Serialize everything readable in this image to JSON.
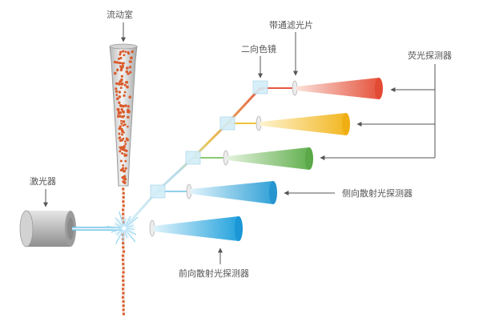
{
  "labels": {
    "flow_cell": "流动室",
    "bandpass_filter": "带通滤光片",
    "dichroic_mirror": "二向色镜",
    "fluorescence_detector": "荧光探测器",
    "laser": "激光器",
    "side_scatter_detector": "侧向散射光探测器",
    "forward_scatter_detector": "前向散射光探测器"
  },
  "colors": {
    "red": "#e85a44",
    "yellow": "#f6c233",
    "green": "#6fbf59",
    "blue": "#39a9dc",
    "cyan": "#41b8e4",
    "cell_dot": "#d95c2c",
    "label_text": "#555555",
    "arrow": "#555555"
  }
}
